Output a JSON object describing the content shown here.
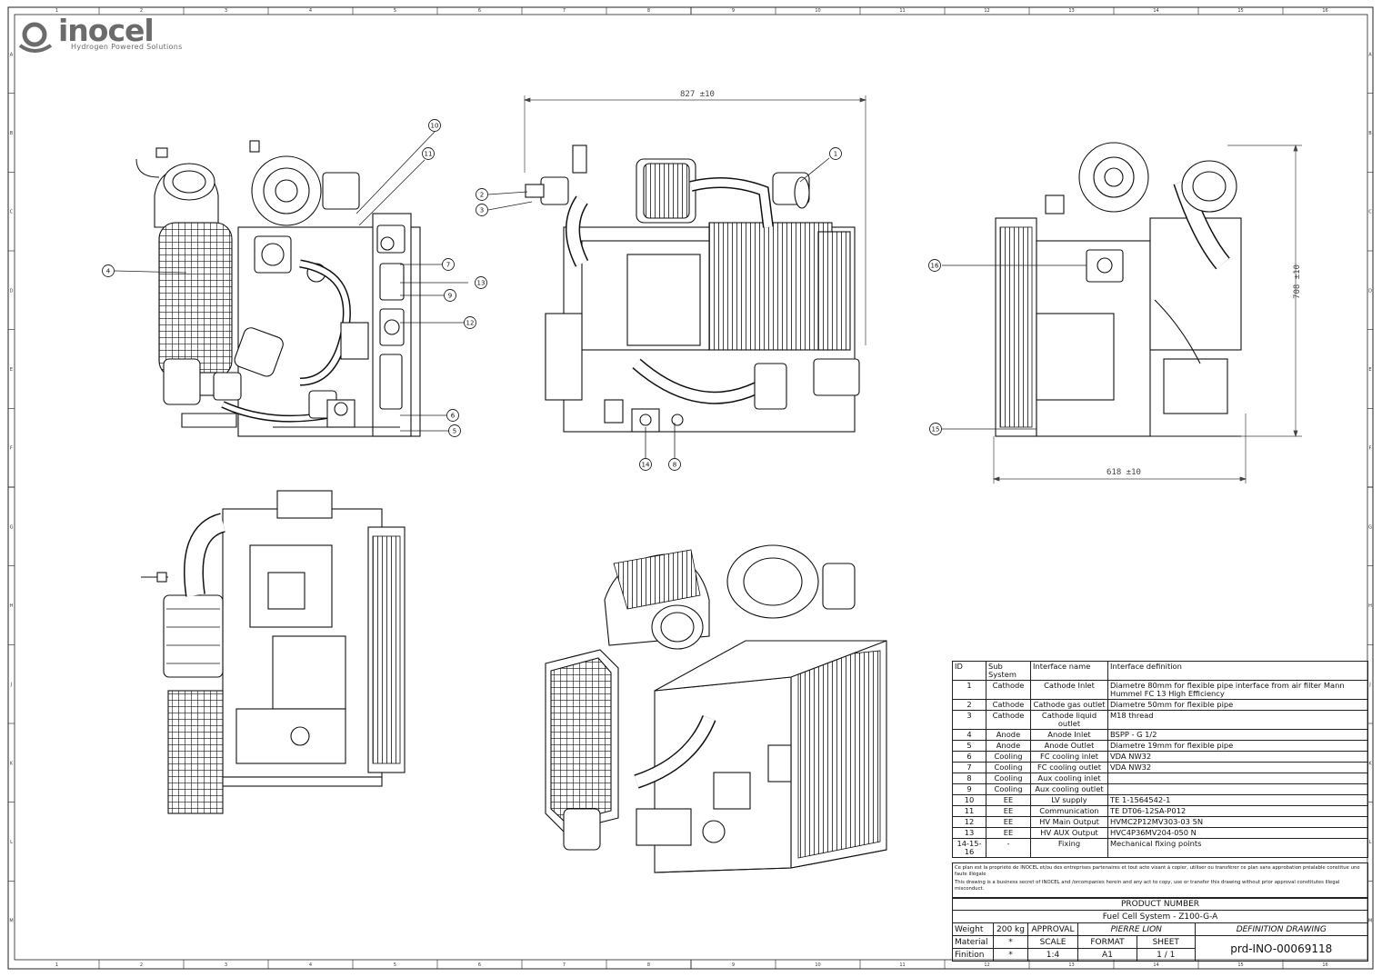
{
  "logo": {
    "name": "inocel",
    "tagline": "Hydrogen Powered Solutions"
  },
  "dimensions": {
    "top_width": "827 ±10",
    "side_height": "708 ±10",
    "bottom_width": "618 ±10"
  },
  "zone_columns": [
    "1",
    "2",
    "3",
    "4",
    "5",
    "6",
    "7",
    "8",
    "9",
    "10",
    "11",
    "12",
    "13",
    "14",
    "15",
    "16"
  ],
  "zone_rows": [
    "A",
    "B",
    "C",
    "D",
    "E",
    "F",
    "G",
    "H",
    "J",
    "K",
    "L",
    "M"
  ],
  "balloons": {
    "b1": "1",
    "b2": "2",
    "b3": "3",
    "b4": "4",
    "b5": "5",
    "b6": "6",
    "b7": "7",
    "b8": "8",
    "b9": "9",
    "b10": "10",
    "b11": "11",
    "b12": "12",
    "b13": "13",
    "b14": "14",
    "b15": "15",
    "b16": "16"
  },
  "interface_table": {
    "headers": [
      "ID",
      "Sub System",
      "Interface name",
      "Interface definition"
    ],
    "rows": [
      {
        "id": "1",
        "sub": "Cathode",
        "name": "Cathode Inlet",
        "def": "Diametre 80mm for flexible pipe interface from air filter Mann Hummel FC 13 High Efficiency"
      },
      {
        "id": "2",
        "sub": "Cathode",
        "name": "Cathode gas outlet",
        "def": "Diametre 50mm for flexible pipe"
      },
      {
        "id": "3",
        "sub": "Cathode",
        "name": "Cathode liquid outlet",
        "def": "M18 thread"
      },
      {
        "id": "4",
        "sub": "Anode",
        "name": "Anode Inlet",
        "def": "BSPP - G 1/2"
      },
      {
        "id": "5",
        "sub": "Anode",
        "name": "Anode Outlet",
        "def": "Diametre 19mm for flexible pipe"
      },
      {
        "id": "6",
        "sub": "Cooling",
        "name": "FC cooling inlet",
        "def": "VDA NW32"
      },
      {
        "id": "7",
        "sub": "Cooling",
        "name": "FC cooling outlet",
        "def": "VDA NW32"
      },
      {
        "id": "8",
        "sub": "Cooling",
        "name": "Aux cooling inlet",
        "def": ""
      },
      {
        "id": "9",
        "sub": "Cooling",
        "name": "Aux cooling outlet",
        "def": ""
      },
      {
        "id": "10",
        "sub": "EE",
        "name": "LV supply",
        "def": "TE 1-1564542-1"
      },
      {
        "id": "11",
        "sub": "EE",
        "name": "Communication",
        "def": "TE DT06-12SA-P012"
      },
      {
        "id": "12",
        "sub": "EE",
        "name": "HV Main Output",
        "def": "HVMC2P12MV303-03 5N"
      },
      {
        "id": "13",
        "sub": "EE",
        "name": "HV AUX Output",
        "def": "HVC4P36MV204-050 N"
      },
      {
        "id": "14-15-16",
        "sub": "-",
        "name": "Fixing",
        "def": "Mechanical fixing points"
      }
    ]
  },
  "disclaimer": {
    "fr": "Ce plan est la propriété de INOCEL et/ou des entreprises partenaires et tout acte visant à copier, utiliser ou transférer ce plan sans approbation préalable constitue une faute illégale",
    "en": "This drawing is a business secret of INOCEL and /orcompanies herein and any act to copy, use or transfer this drawing without prior approval constitutes illegal misconduct."
  },
  "title_block": {
    "product_number_label": "PRODUCT NUMBER",
    "product_name": "Fuel Cell System - Z100-G-A",
    "weight_label": "Weight",
    "weight_value": "200 kg",
    "approval_label": "APPROVAL",
    "approver": "PIERRE LION",
    "drawing_type": "DEFINITION DRAWING",
    "material_label": "Material",
    "material_value": "*",
    "scale_label": "SCALE",
    "scale_value": "1:4",
    "format_label": "FORMAT",
    "format_value": "A1",
    "sheet_label": "SHEET",
    "sheet_value": "1 / 1",
    "finition_label": "Finition",
    "finition_value": "*",
    "drawing_number": "prd-INO-00069118"
  }
}
